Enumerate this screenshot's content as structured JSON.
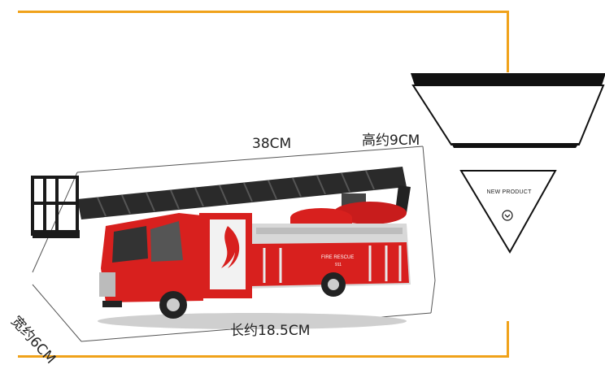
{
  "dimensions": {
    "length_38": "38CM",
    "height": "高约9CM",
    "length": "长约18.5CM",
    "width": "宽约6CM"
  },
  "badge": {
    "label": "NEW PRODUCT"
  },
  "truck": {
    "side_text": "FIRE RESCUE",
    "number": "911"
  },
  "colors": {
    "frame": "#f0a21a",
    "truck_red": "#d8201e",
    "ladder": "#2a2a2a"
  }
}
